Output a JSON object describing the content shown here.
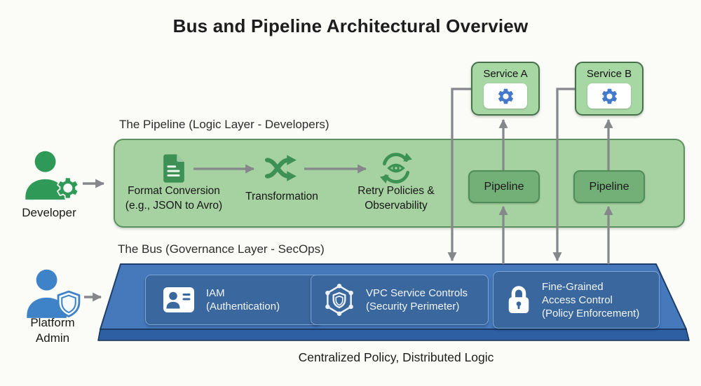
{
  "title": "Bus and Pipeline Architectural Overview",
  "caption": "Centralized Policy, Distributed Logic",
  "pipeline_layer": {
    "label": "The Pipeline (Logic Layer - Developers)",
    "stages": [
      {
        "icon": "document-icon",
        "line1": "Format Conversion",
        "line2": "(e.g., JSON to Avro)"
      },
      {
        "icon": "shuffle-icon",
        "line1": "Transformation",
        "line2": ""
      },
      {
        "icon": "retry-observability-icon",
        "line1": "Retry Policies &",
        "line2": "Observability"
      }
    ],
    "pipelines": [
      {
        "label": "Pipeline"
      },
      {
        "label": "Pipeline"
      }
    ]
  },
  "services": [
    {
      "label": "Service A",
      "icon": "gear-icon"
    },
    {
      "label": "Service B",
      "icon": "gear-icon"
    }
  ],
  "bus_layer": {
    "label": "The Bus (Governance Layer - SecOps)",
    "controls": [
      {
        "icon": "id-card-icon",
        "line1": "IAM",
        "line2": "(Authentication)",
        "line3": ""
      },
      {
        "icon": "shield-network-icon",
        "line1": "VPC Service Controls",
        "line2": "(Security Perimeter)",
        "line3": ""
      },
      {
        "icon": "lock-icon",
        "line1": "Fine-Grained",
        "line2": "Access Control",
        "line3": "(Policy Enforcement)"
      }
    ]
  },
  "actors": [
    {
      "icon": "developer-person-icon",
      "badge": "gear-badge-icon",
      "line1": "Developer",
      "line2": ""
    },
    {
      "icon": "admin-person-icon",
      "badge": "shield-badge-icon",
      "line1": "Platform",
      "line2": "Admin"
    }
  ],
  "colors": {
    "pipeline_fill": "#A6D2A1",
    "pipeline_border": "#5E9161",
    "service_fill": "#A7D8A4",
    "service_border": "#47704B",
    "pipeline_box_fill": "#73B077",
    "icon_green": "#3E9155",
    "gear_blue": "#4478CB",
    "bus_fill": "#4579BC",
    "bus_edge_fill": "#2E5FA3",
    "bus_box_fill": "#3A679E",
    "bus_box_border": "#7DA6D8",
    "developer_green": "#2F9A58",
    "admin_blue": "#3E82C8",
    "arrow_gray": "#85878A"
  }
}
